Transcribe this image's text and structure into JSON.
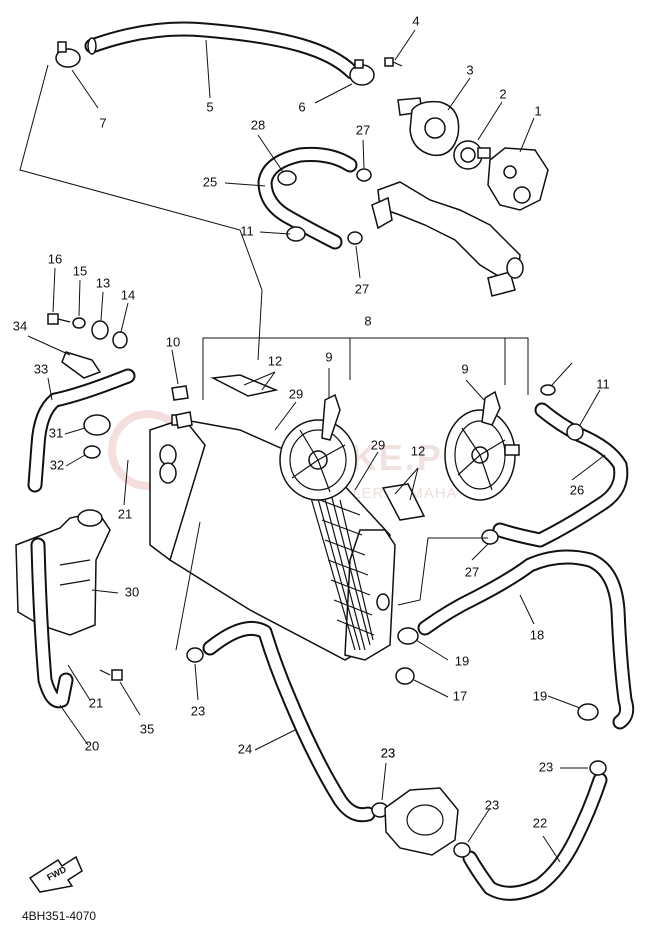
{
  "diagram": {
    "code": "4BH351-4070",
    "fwd_label": "FWD",
    "watermark": {
      "brand": "YAMAOKE.PL",
      "line": "WOJCIECH     Z     DEALER YAMAHA"
    },
    "callouts": [
      "1",
      "2",
      "3",
      "4",
      "5",
      "6",
      "7",
      "8",
      "9",
      "9",
      "10",
      "11",
      "11",
      "12",
      "12",
      "13",
      "14",
      "15",
      "16",
      "17",
      "18",
      "19",
      "19",
      "20",
      "21",
      "21",
      "22",
      "23",
      "23",
      "23",
      "23",
      "23",
      "24",
      "25",
      "26",
      "27",
      "27",
      "27",
      "28",
      "29",
      "29",
      "30",
      "31",
      "32",
      "33",
      "34",
      "35"
    ]
  }
}
